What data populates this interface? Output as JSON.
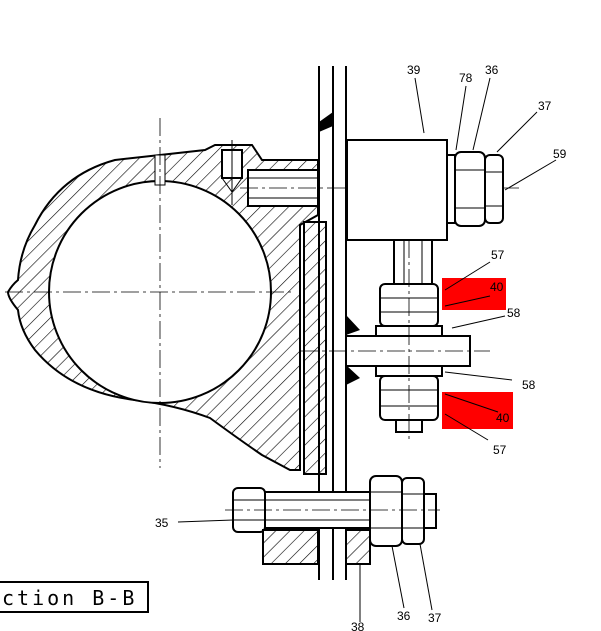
{
  "section_label": "ction B-B",
  "callouts": [
    "39",
    "78",
    "36",
    "37",
    "59",
    "57",
    "40",
    "58",
    "58",
    "40",
    "57",
    "35",
    "38",
    "36",
    "37"
  ],
  "highlight_color": "#ff0000"
}
